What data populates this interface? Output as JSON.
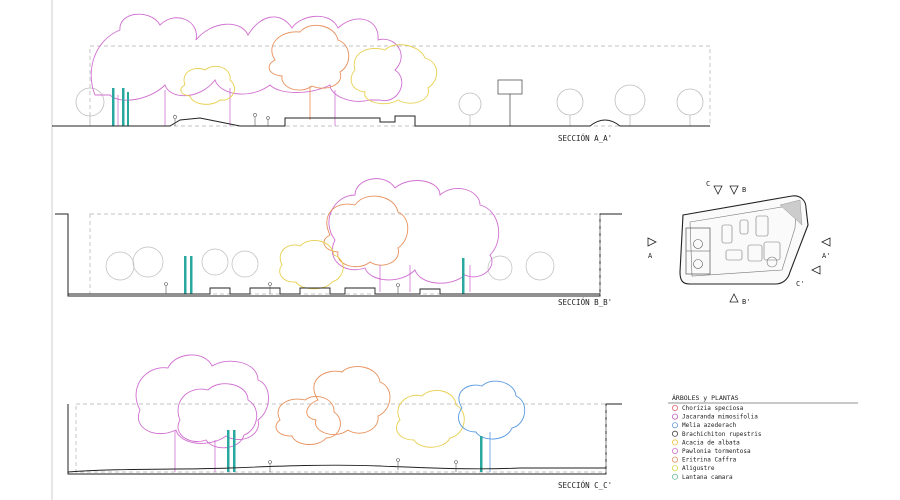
{
  "sections": [
    {
      "id": "A",
      "label": "SECCIÓN A_A'"
    },
    {
      "id": "B",
      "label": "SECCIÓN B_B'"
    },
    {
      "id": "C",
      "label": "SECCIÓN C_C'"
    }
  ],
  "legend": {
    "title": "ÁRBOLES y PLANTAS",
    "items": [
      {
        "name": "Chorizia speciosa",
        "color": "#e06070"
      },
      {
        "name": "Jacaranda mimosifolia",
        "color": "#c060c0"
      },
      {
        "name": "Melia azederach",
        "color": "#6a9ad8"
      },
      {
        "name": "Brachichiton rupestris",
        "color": "#444444"
      },
      {
        "name": "Acacia de albata",
        "color": "#f0c040"
      },
      {
        "name": "Pawlonia tormentosa",
        "color": "#d070d0"
      },
      {
        "name": "Eritrina Caffra",
        "color": "#e09060"
      },
      {
        "name": "Aligustre",
        "color": "#d8d840"
      },
      {
        "name": "Lantana camara",
        "color": "#70c0a0"
      }
    ]
  },
  "keyplan": {
    "markers": [
      "A",
      "A'",
      "B",
      "B'",
      "C",
      "C'"
    ]
  },
  "colors": {
    "line": "#222222",
    "jacaranda": "#d070d0",
    "eritrina": "#e8905a",
    "acacia": "#e8d050",
    "melia": "#5b9be0",
    "bg_tree": "#bdbdbd",
    "column": "#2aa8a0"
  }
}
